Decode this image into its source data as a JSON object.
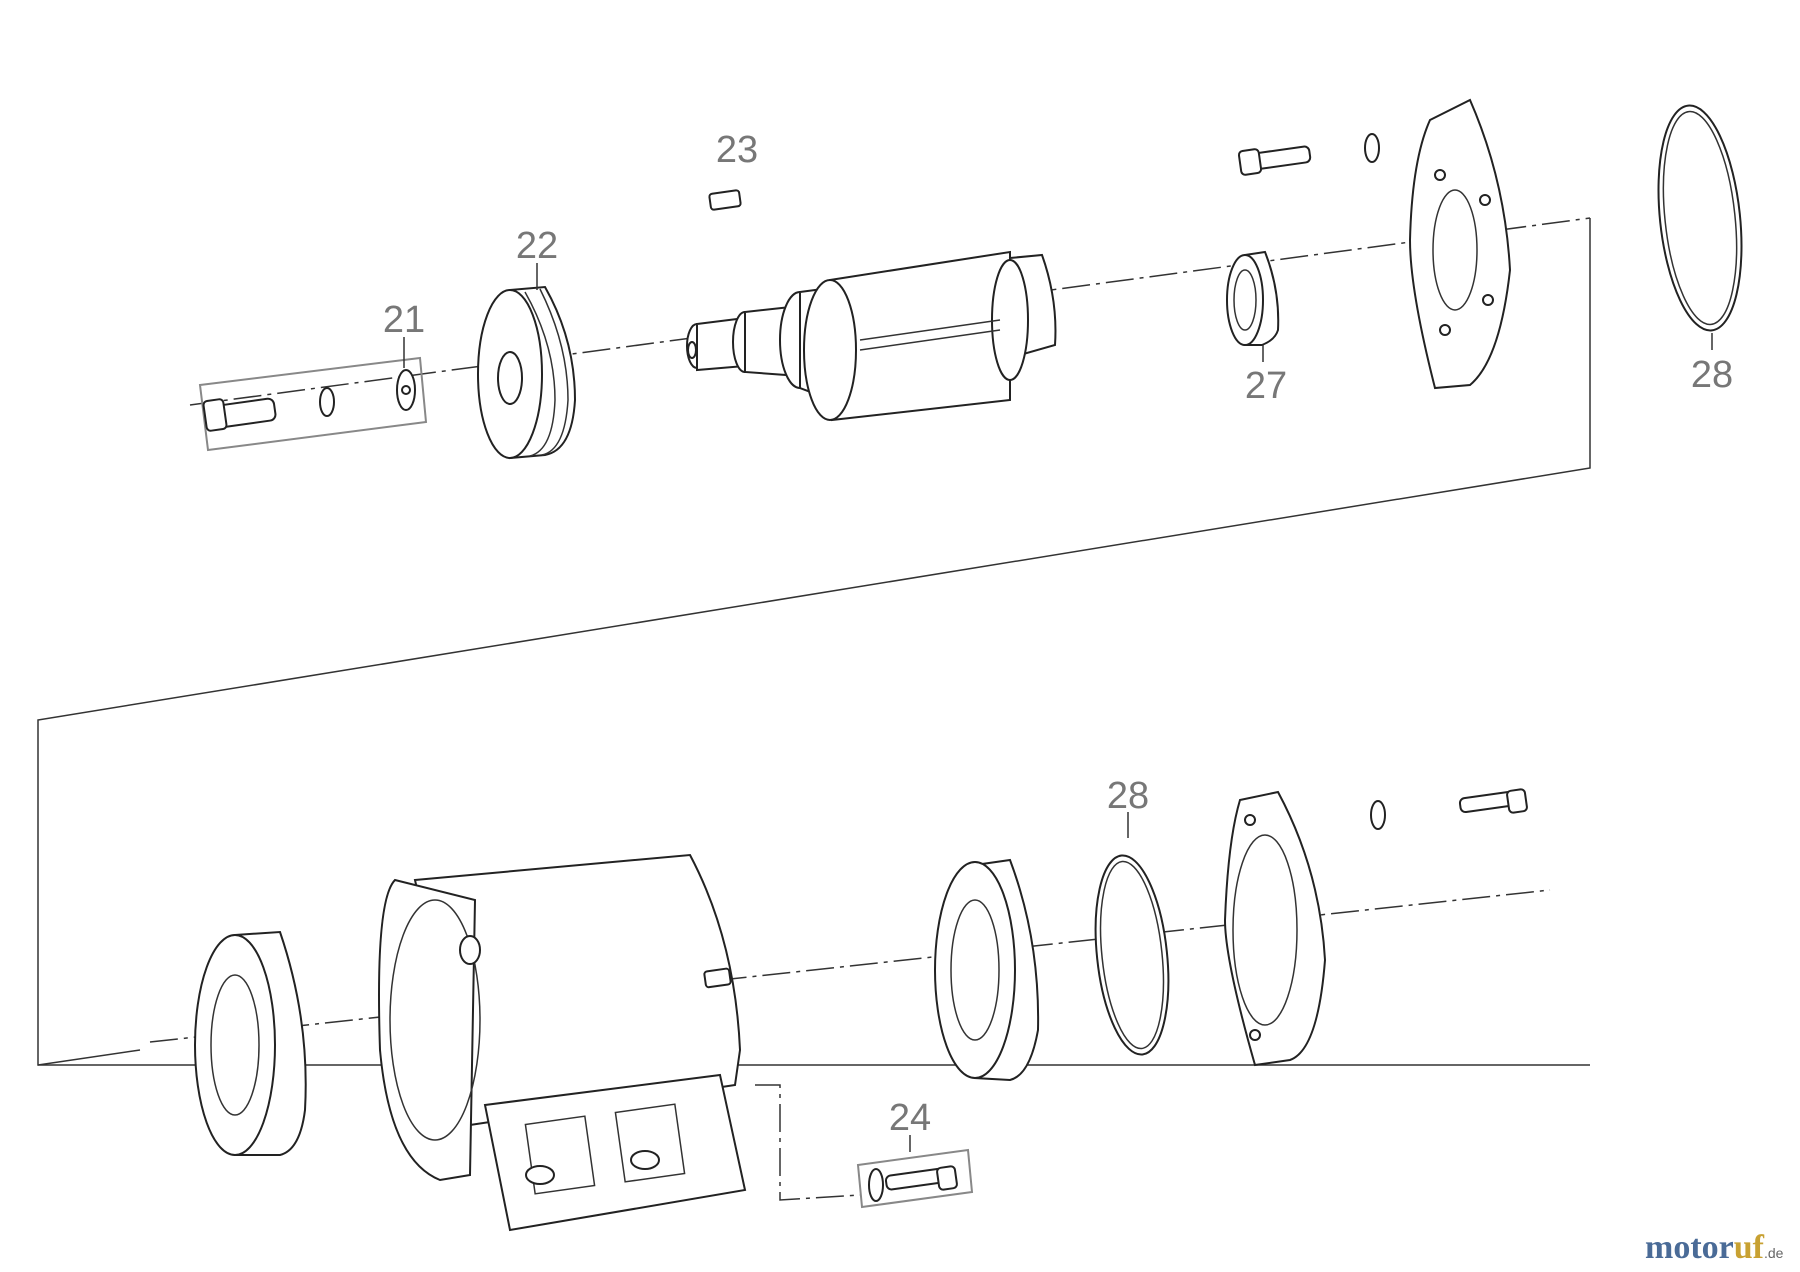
{
  "labels": {
    "p21": "21",
    "p22": "22",
    "p23": "23",
    "p24": "24",
    "p27": "27",
    "p28_top": "28",
    "p28_bottom": "28"
  },
  "watermark": {
    "part1": "motor",
    "part2": "uf",
    "part3": ".de"
  }
}
